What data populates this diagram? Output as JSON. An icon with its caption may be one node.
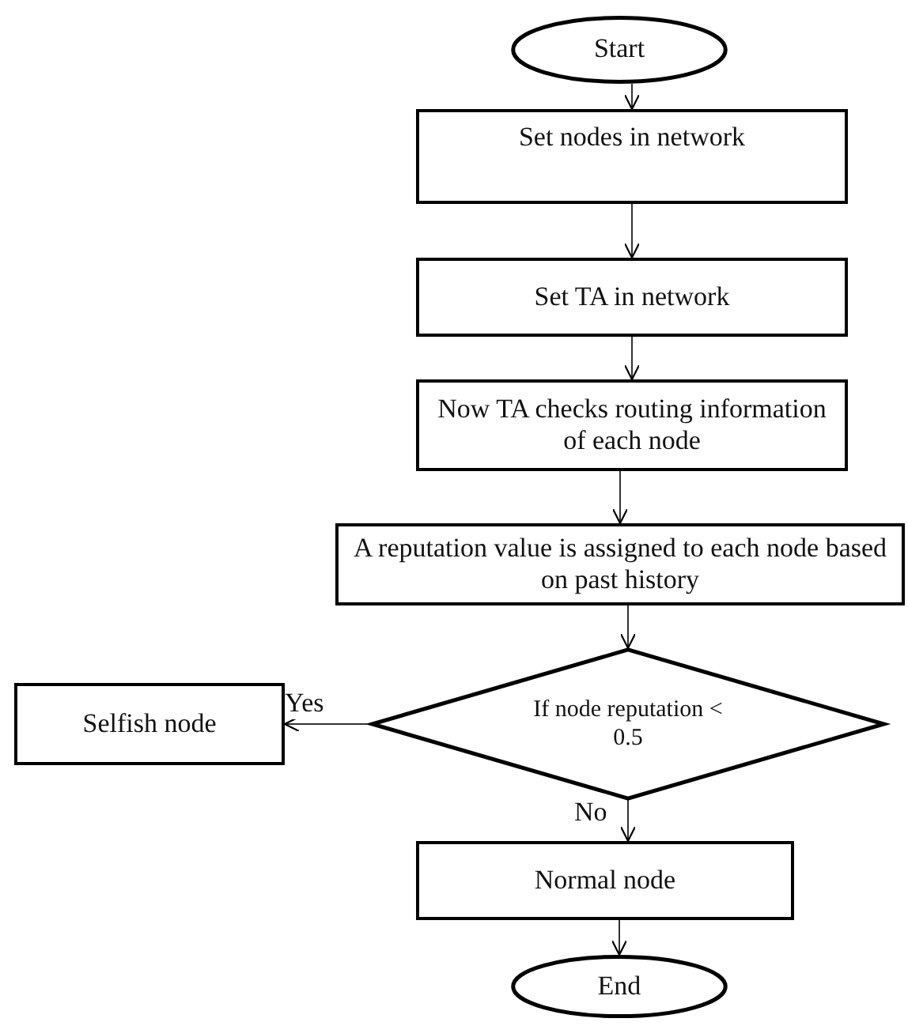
{
  "diagram": {
    "nodes": [
      {
        "text": [
          "Start"
        ]
      },
      {
        "text": [
          "Set nodes in network"
        ]
      },
      {
        "text": [
          "Set TA in network"
        ]
      },
      {
        "text": [
          "Now TA checks routing information of each node"
        ]
      },
      {
        "text": [
          "A reputation value is assigned to each node based on past history"
        ]
      },
      {
        "text": [
          "If node reputation < 0.5"
        ]
      },
      {
        "text": [
          "Selfish node"
        ]
      },
      {
        "text": [
          "Normal node"
        ]
      },
      {
        "text": [
          "End"
        ]
      }
    ],
    "edges": [
      {
        "from": 0,
        "to": 1,
        "arrow": "to"
      },
      {
        "from": 1,
        "to": 2,
        "arrow": "to"
      },
      {
        "from": 2,
        "to": 3,
        "arrow": "to"
      },
      {
        "from": 3,
        "to": 4,
        "arrow": "to"
      },
      {
        "from": 4,
        "to": 5,
        "arrow": "to"
      },
      {
        "from": 5,
        "to": 6,
        "label": "Yes",
        "arrow": "to"
      },
      {
        "from": 5,
        "to": 7,
        "label": "No",
        "arrow": "to"
      },
      {
        "from": 7,
        "to": 8,
        "arrow": "to"
      }
    ]
  }
}
